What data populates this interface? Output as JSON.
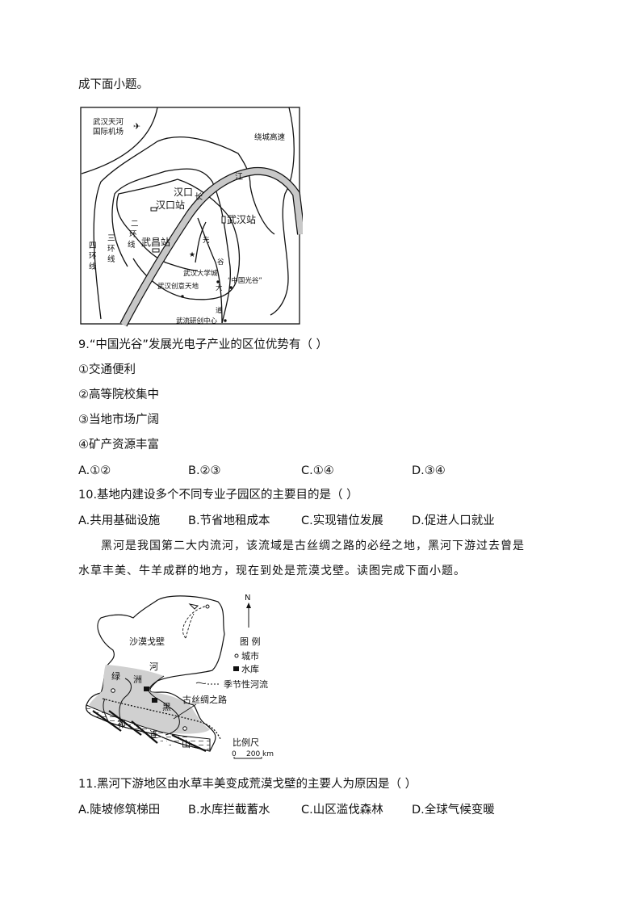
{
  "intro_tail": "成下面小题。",
  "map1": {
    "labels": {
      "airport": [
        "武汉天河",
        "国际机场"
      ],
      "ring_expressway": "绕城高速",
      "river_jiang": "江",
      "river_chang": "长",
      "hankou": "汉口",
      "hankou_station": "汉口站",
      "wuhan_station": "武汉站",
      "second_ring": [
        "二",
        "环",
        "线"
      ],
      "third_ring": [
        "三",
        "环",
        "线"
      ],
      "fourth_ring": [
        "四",
        "环",
        "线"
      ],
      "wuchang_station": "武昌站",
      "avenue": [
        "光",
        "谷",
        "大",
        "道"
      ],
      "university_city": "武汉大学城",
      "creative_land": "武汉创意天地",
      "optics_valley": "“中国光谷”",
      "rd_center": "武流研创中心"
    }
  },
  "q9": {
    "stem": "9.“中国光谷”发展光电子产业的区位优势有（   ）",
    "items": [
      "①交通便利",
      "②高等院校集中",
      "③当地市场广阔",
      "④矿产资源丰富"
    ],
    "options": [
      "A.①②",
      "B.②③",
      "C.①④",
      "D.③④"
    ]
  },
  "q10": {
    "stem": "10.基地内建设多个不同专业子园区的主要目的是（   ）",
    "options": [
      "A.共用基础设施",
      "B.节省地租成本",
      "C.实现错位发展",
      "D.促进人口就业"
    ]
  },
  "passage": [
    "黑河是我国第二大内流河，该流域是古丝绸之路的必经之地，黑河下游过去曾是",
    "水草丰美、牛羊成群的地方，现在到处是荒漠戈壁。读图完成下面小题。"
  ],
  "map2": {
    "labels": {
      "north": "N",
      "desert": "沙漠戈壁",
      "he": "河",
      "lv": "绿",
      "zhou": "洲",
      "hei": "黑",
      "silk_road": "古丝绸之路",
      "qi": "祁",
      "lian": "连",
      "shan": "山",
      "legend_title": "图 例",
      "legend_city": "城市",
      "legend_reservoir": "水库",
      "legend_river": "季节性河流",
      "scale_title": "比例尺",
      "scale_zero": "0",
      "scale_value": "200 km"
    }
  },
  "q11": {
    "stem": "11.黑河下游地区由水草丰美变成荒漠戈壁的主要人为原因是（   ）",
    "options": [
      "A.陡坡修筑梯田",
      "B.水库拦截蓄水",
      "C.山区滥伐森林",
      "D.全球气候变暖"
    ]
  }
}
